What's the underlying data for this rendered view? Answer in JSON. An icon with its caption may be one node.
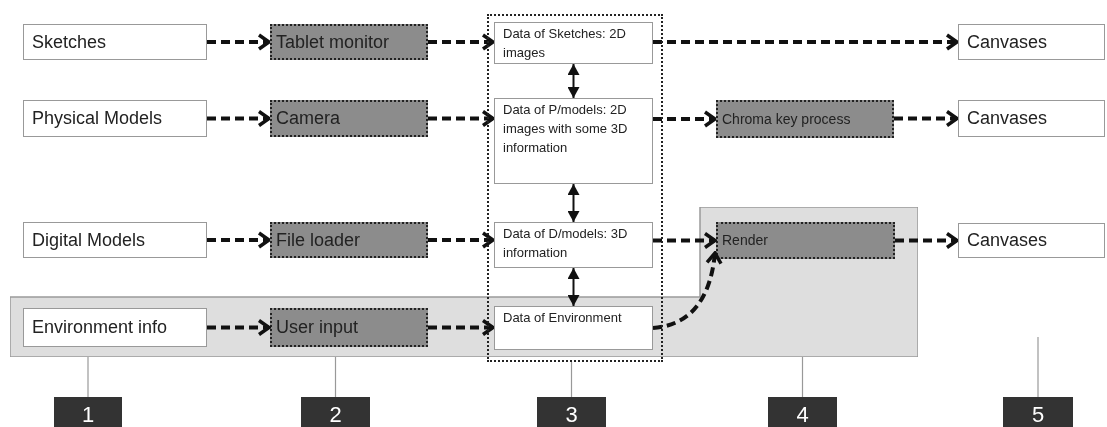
{
  "diagram": {
    "nodes": [
      {
        "text": [
          "Sketches"
        ]
      },
      {
        "text": [
          "Tablet monitor"
        ]
      },
      {
        "text": [],
        "shape": "box"
      },
      {
        "text": [
          "Data of Sketches: 2D images"
        ],
        "in": 2
      },
      {
        "text": [
          "Canvases"
        ]
      },
      {
        "text": [
          "Physical Models"
        ]
      },
      {
        "text": [
          "Camera"
        ]
      },
      {
        "text": [
          "Data of P/models: 2D images with some 3D information"
        ],
        "in": 2
      },
      {
        "text": [
          "Chroma key process"
        ]
      },
      {
        "text": [
          "Canvases"
        ]
      },
      {
        "text": [],
        "shape": "box"
      },
      {
        "text": [
          "Digital Models"
        ]
      },
      {
        "text": [
          "File loader"
        ]
      },
      {
        "text": [
          "Data of D/models: 3D information"
        ],
        "in": 2
      },
      {
        "text": [
          "Render"
        ],
        "in": 10
      },
      {
        "text": [
          "Canvases"
        ]
      },
      {
        "text": [
          "Environment info"
        ],
        "in": 10
      },
      {
        "text": [
          "User input"
        ],
        "in": 10
      },
      {
        "text": [
          "Data of Environment"
        ]
      },
      {
        "text": [
          "1"
        ]
      },
      {
        "text": [
          "2"
        ]
      },
      {
        "text": [
          "3"
        ]
      },
      {
        "text": [
          "4"
        ]
      },
      {
        "text": [
          "5"
        ]
      }
    ],
    "edges": [
      {
        "from": 0,
        "to": 1,
        "arrow": "to",
        "style": "dashed"
      },
      {
        "from": 1,
        "to": 3,
        "arrow": "to",
        "style": "dashed"
      },
      {
        "from": 3,
        "to": 4,
        "arrow": "to",
        "style": "dashed"
      },
      {
        "from": 3,
        "to": 7,
        "arrow": "both"
      },
      {
        "from": 5,
        "to": 6,
        "arrow": "to",
        "style": "dashed"
      },
      {
        "from": 6,
        "to": 7,
        "arrow": "to",
        "style": "dashed"
      },
      {
        "from": 7,
        "to": 8,
        "arrow": "to",
        "style": "dashed"
      },
      {
        "from": 8,
        "to": 9,
        "arrow": "to",
        "style": "dashed"
      },
      {
        "from": 7,
        "to": 13,
        "arrow": "both"
      },
      {
        "from": 11,
        "to": 12,
        "arrow": "to",
        "style": "dashed"
      },
      {
        "from": 12,
        "to": 13,
        "arrow": "to",
        "style": "dashed"
      },
      {
        "from": 13,
        "to": 14,
        "arrow": "to",
        "style": "dashed"
      },
      {
        "from": 14,
        "to": 15,
        "arrow": "to",
        "style": "dashed"
      },
      {
        "from": 13,
        "to": 18,
        "arrow": "both"
      },
      {
        "from": 16,
        "to": 17,
        "arrow": "to",
        "style": "dashed"
      },
      {
        "from": 17,
        "to": 18,
        "arrow": "to",
        "style": "dashed"
      },
      {
        "from": 18,
        "to": 14,
        "arrow": "to",
        "style": "dashed"
      },
      {
        "from": 19,
        "to": 10,
        "arrow": "none",
        "color": "#999999"
      },
      {
        "from": 20,
        "to": 10,
        "arrow": "none",
        "color": "#999999"
      },
      {
        "from": 21,
        "to": 2,
        "arrow": "none",
        "color": "#999999"
      },
      {
        "from": 22,
        "to": 10,
        "arrow": "none",
        "color": "#999999"
      },
      {
        "from": 23,
        "to": null,
        "arrow": "none",
        "color": "#999999"
      }
    ]
  }
}
